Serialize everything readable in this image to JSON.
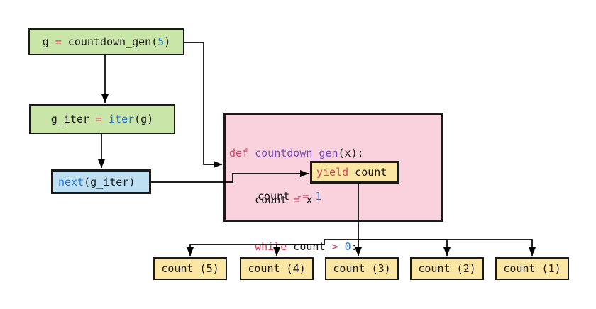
{
  "palette": {
    "green_fill": "#c9e5a7",
    "blue_fill": "#bedff2",
    "pink_fill": "#f9d2de",
    "yellow_fill": "#fbe6a3",
    "keyword_color": "#d5405f",
    "builtin_color": "#2376d8",
    "function_color": "#7a4bc5",
    "text_color": "#1a1a1a",
    "border_color": "#1a1a1a",
    "line_color": "#000000"
  },
  "boxes": {
    "g_assign": {
      "tokens": [
        "g ",
        "=",
        " countdown_gen(",
        "5",
        ")"
      ]
    },
    "g_iter": {
      "tokens": [
        "g_iter ",
        "=",
        " ",
        "iter",
        "(g)"
      ]
    },
    "next_call": {
      "tokens": [
        "next",
        "(g_iter)"
      ]
    },
    "generator": {
      "line1": [
        "def",
        " ",
        "countdown_gen",
        "(x):"
      ],
      "line2": [
        "    count ",
        "=",
        " x"
      ],
      "line3": [
        "    while",
        " count ",
        ">",
        " ",
        "0",
        ":"
      ],
      "yield_line": [
        "yield",
        " count"
      ],
      "line5": [
        "count ",
        "-=",
        " ",
        "1"
      ]
    },
    "outputs": [
      "count (5)",
      "count (4)",
      "count (3)",
      "count (2)",
      "count (1)"
    ]
  }
}
